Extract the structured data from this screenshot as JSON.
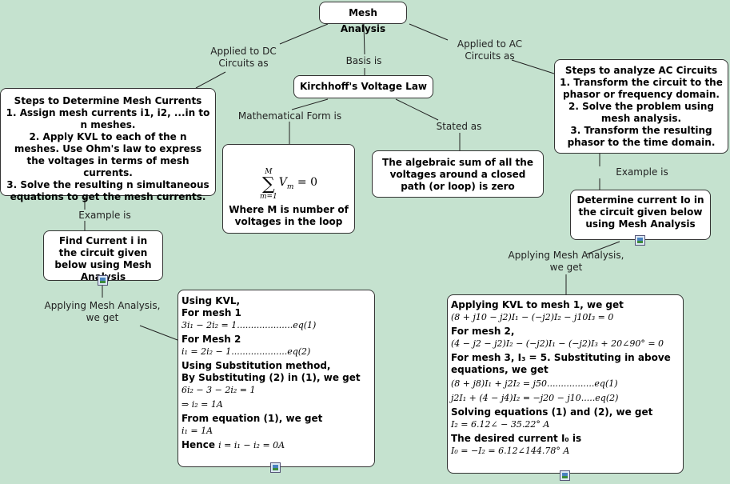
{
  "root": {
    "title": "Mesh Analysis"
  },
  "labels": {
    "dc": "Applied to DC Circuits as",
    "basis": "Basis is",
    "ac": "Applied to AC Circuits as",
    "math_form": "Mathematical Form is",
    "stated": "Stated as",
    "example_left": "Example is",
    "example_right": "Example is",
    "apply_left": "Applying Mesh Analysis, we get",
    "apply_right": "Applying Mesh Analysis, we get"
  },
  "kvl": {
    "title": "Kirchhoff's Voltage Law"
  },
  "dc_steps": {
    "title": "Steps to Determine Mesh Currents",
    "step1": "1. Assign mesh currents i1, i2, ...in to n meshes.",
    "step2": "2. Apply KVL to each of the n meshes. Use Ohm's law to express the voltages in terms of mesh currents.",
    "step3": "3. Solve the resulting n simultaneous equations to get the mesh currents."
  },
  "ac_steps": {
    "title": "Steps to analyze AC Circuits",
    "step1": "1. Transform the circuit to the phasor or frequency domain.",
    "step2": "2. Solve the problem using mesh analysis.",
    "step3": "3. Transform the resulting phasor to the time domain."
  },
  "math_node": {
    "sum_top": "M",
    "sum_bottom": "m=1",
    "expr": "V",
    "sub": "m",
    "rhs": " = 0",
    "caption": "Where M is number of voltages in the loop"
  },
  "stated_node": {
    "text": "The algebraic sum of all the voltages around a closed path (or loop) is zero"
  },
  "left_example": {
    "text": "Find Current i in the circuit given below using Mesh Analysis"
  },
  "right_example": {
    "text": "Determine current Io in the circuit given below using Mesh Analysis"
  },
  "left_solution": {
    "l1": "Using KVL,",
    "l2": "For mesh 1",
    "e1": "3i₁ − 2i₂ = 1....................eq(1)",
    "l3": "For Mesh 2",
    "e2": "i₁ = 2i₂ − 1....................eq(2)",
    "l4": "Using Substitution method,",
    "l5": "By Substituting (2) in (1), we get",
    "e3": "6i₂ − 3 − 2i₂ = 1",
    "e4": "⇒ i₂ = 1A",
    "l6": "From equation (1), we get",
    "e5": "i₁ = 1A",
    "l7": "Hence",
    "e6": "i = i₁ − i₂ = 0A"
  },
  "right_solution": {
    "l1": "Applying KVL to mesh 1, we get",
    "e1": "(8 + j10 − j2)I₁ − (−j2)I₂ − j10I₃ = 0",
    "l2": "For mesh 2,",
    "e2": "(4 − j2 − j2)I₂ − (−j2)I₁ − (−j2)I₃ + 20∠90° = 0",
    "l3": "For mesh 3, I₃ = 5. Substituting in above equations, we get",
    "e3": "(8 + j8)I₁ + j2I₂ = j50.................eq(1)",
    "e4": "j2I₁ + (4 − j4)I₂ = −j20 − j10.....eq(2)",
    "l4": "Solving equations (1) and (2), we get",
    "e5": "I₂ = 6.12∠ − 35.22° A",
    "l5": "The desired current I₀ is",
    "e6": "I₀ = −I₂ = 6.12∠144.78° A"
  }
}
